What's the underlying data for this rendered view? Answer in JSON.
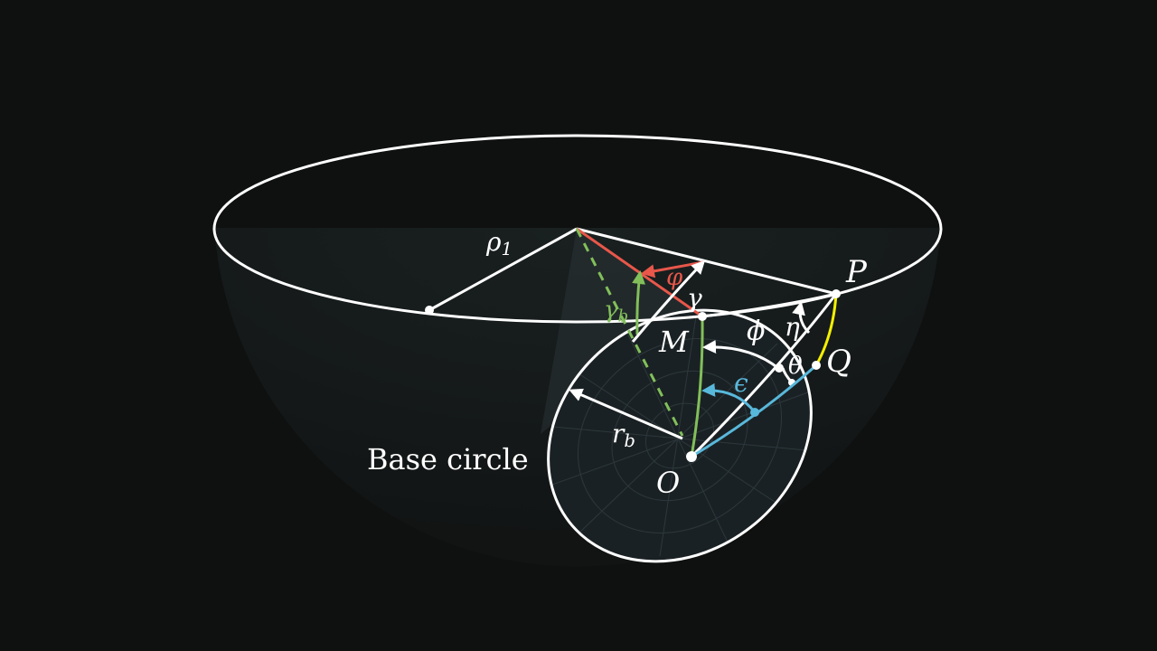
{
  "colors": {
    "background": "#0f1010",
    "white": "#ffffff",
    "red": "#e8574a",
    "green": "#82bf5a",
    "blue": "#58b8db",
    "yellow": "#f4f000",
    "surface": "#1a2020"
  },
  "labels": {
    "rho_1": {
      "base": "ρ",
      "sub": "1"
    },
    "r_b": {
      "base": "r",
      "sub": "b"
    },
    "gamma_b": {
      "base": "γ",
      "sub": "b"
    },
    "P": "P",
    "Q": "Q",
    "M": "M",
    "O": "O",
    "varphi": "φ",
    "gamma": "γ",
    "phi": "ϕ",
    "eta": "η",
    "theta": "θ",
    "epsilon": "ϵ"
  },
  "caption": "Base circle"
}
